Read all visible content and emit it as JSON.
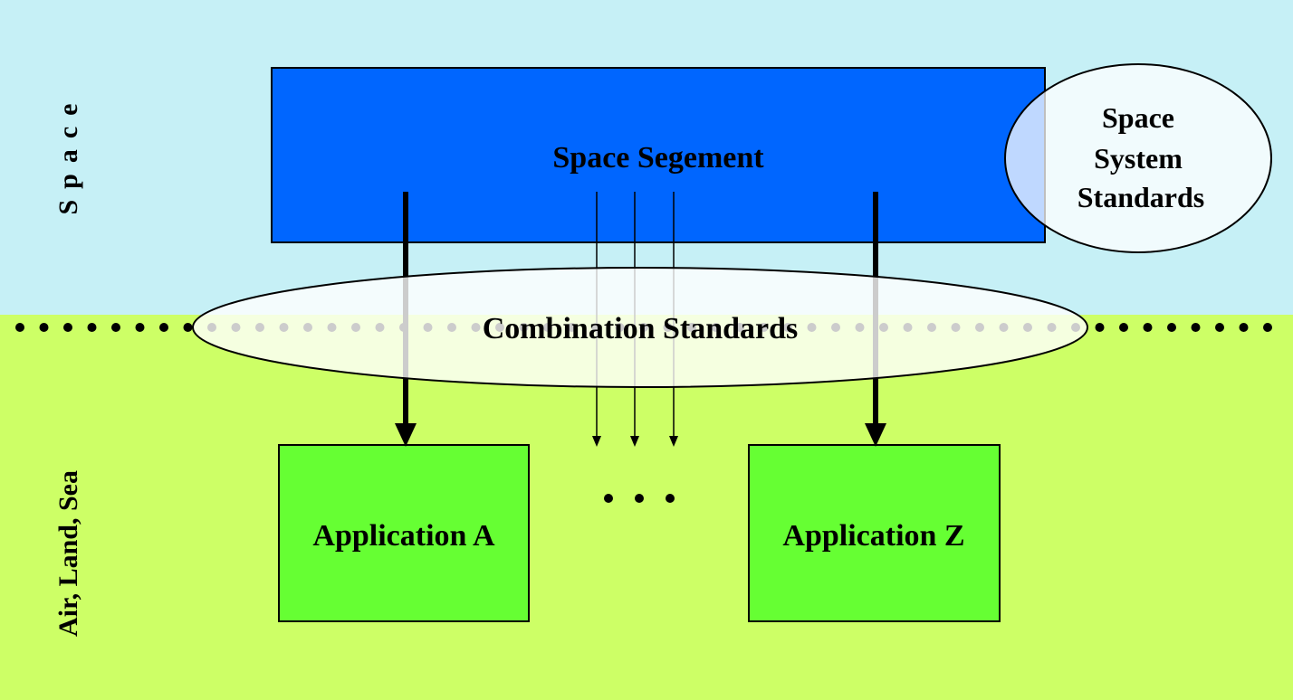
{
  "regions": {
    "space_label": "Space",
    "earth_label": "Air, Land, Sea"
  },
  "space_segment": {
    "label": "Space Segement"
  },
  "space_system_standards": {
    "lines": [
      "Space",
      "System",
      "Standards"
    ]
  },
  "combination_standards": {
    "label": "Combination Standards"
  },
  "applications": [
    {
      "label": "Application A"
    },
    {
      "label": "Application Z"
    }
  ],
  "colors": {
    "space_bg": "#c6f0f6",
    "earth_bg": "#cdff66",
    "space_segment_fill": "#0066ff",
    "application_fill": "#66ff33",
    "standards_fill": "#ffffff"
  }
}
